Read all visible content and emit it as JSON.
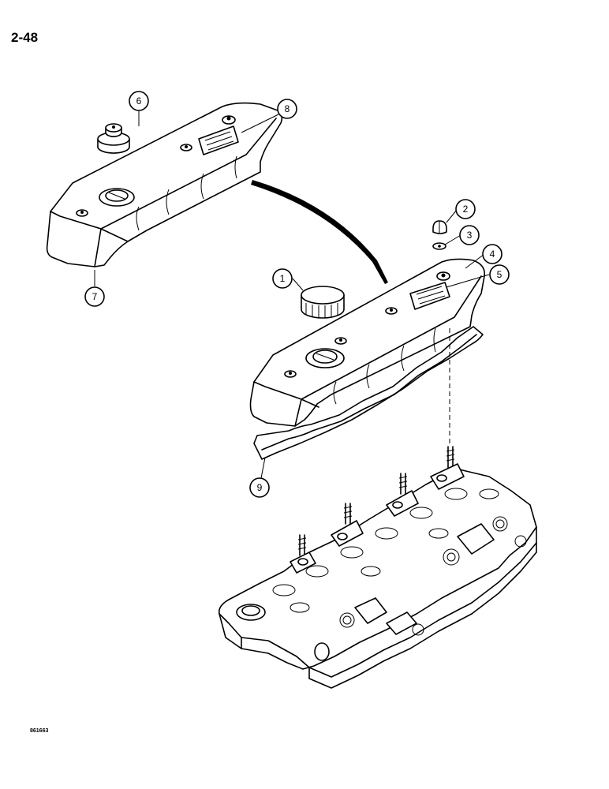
{
  "page": {
    "page_number": "2-48",
    "figure_code": "861663"
  },
  "callouts": [
    "1",
    "2",
    "3",
    "4",
    "5",
    "6",
    "7",
    "8",
    "9"
  ]
}
